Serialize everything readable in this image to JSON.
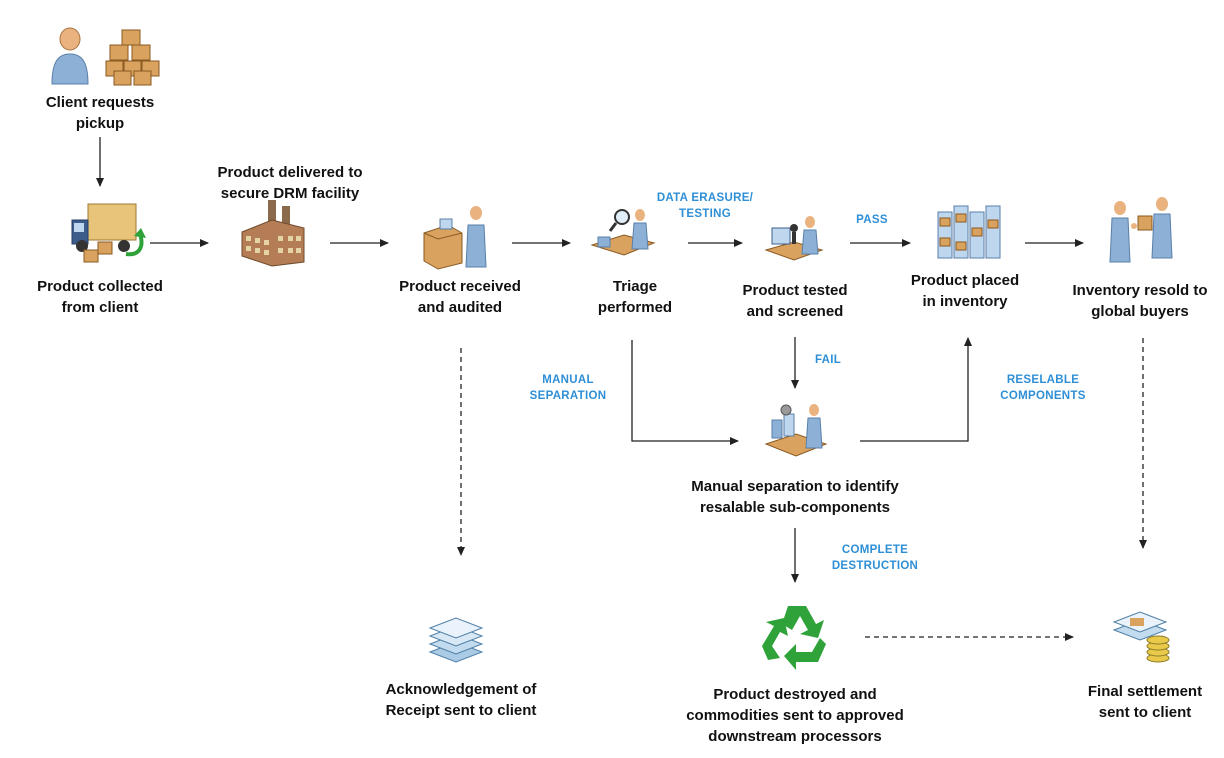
{
  "colors": {
    "label_text": "#111111",
    "edge_label": "#2E8FD6",
    "arrow": "#222222",
    "recycle": "#2FA33A",
    "person": "#E9B27E",
    "box": "#D9A35F",
    "document": "#8FB8D8"
  },
  "nodes": {
    "client_request": {
      "label": "Client requests\npickup",
      "icons": [
        "person-icon",
        "boxes-icon"
      ]
    },
    "collected": {
      "label": "Product collected\nfrom client",
      "icons": [
        "truck-icon"
      ]
    },
    "delivered": {
      "label": "Product delivered to\nsecure DRM facility",
      "icons": [
        "factory-icon"
      ]
    },
    "received": {
      "label": "Product received\nand audited",
      "icons": [
        "auditor-icon"
      ]
    },
    "triage": {
      "label": "Triage\nperformed",
      "icons": [
        "triage-icon"
      ]
    },
    "tested": {
      "label": "Product tested\nand screened",
      "icons": [
        "tester-icon"
      ]
    },
    "inventory": {
      "label": "Product placed\nin inventory",
      "icons": [
        "inventory-icon"
      ]
    },
    "resold": {
      "label": "Inventory resold to\nglobal buyers",
      "icons": [
        "buyers-icon"
      ]
    },
    "separation": {
      "label": "Manual separation to identify\nresalable  sub-components",
      "icons": [
        "separation-icon"
      ]
    },
    "acknowledgement": {
      "label": "Acknowledgement of\nReceipt sent to client",
      "icons": [
        "documents-icon"
      ]
    },
    "destroyed": {
      "label": "Product destroyed and\ncommodities sent to approved\ndownstream processors",
      "icons": [
        "recycle-icon"
      ]
    },
    "settlement": {
      "label": "Final settlement\nsent to client",
      "icons": [
        "settlement-icon"
      ]
    }
  },
  "edge_labels": {
    "data_erasure": "DATA ERASURE/\nTESTING",
    "pass": "PASS",
    "fail": "FAIL",
    "manual_separation": "MANUAL\nSEPARATION",
    "resalable_components": "RESELABLE\nCOMPONENTS",
    "complete_destruction": "COMPLETE\nDESTRUCTION"
  }
}
